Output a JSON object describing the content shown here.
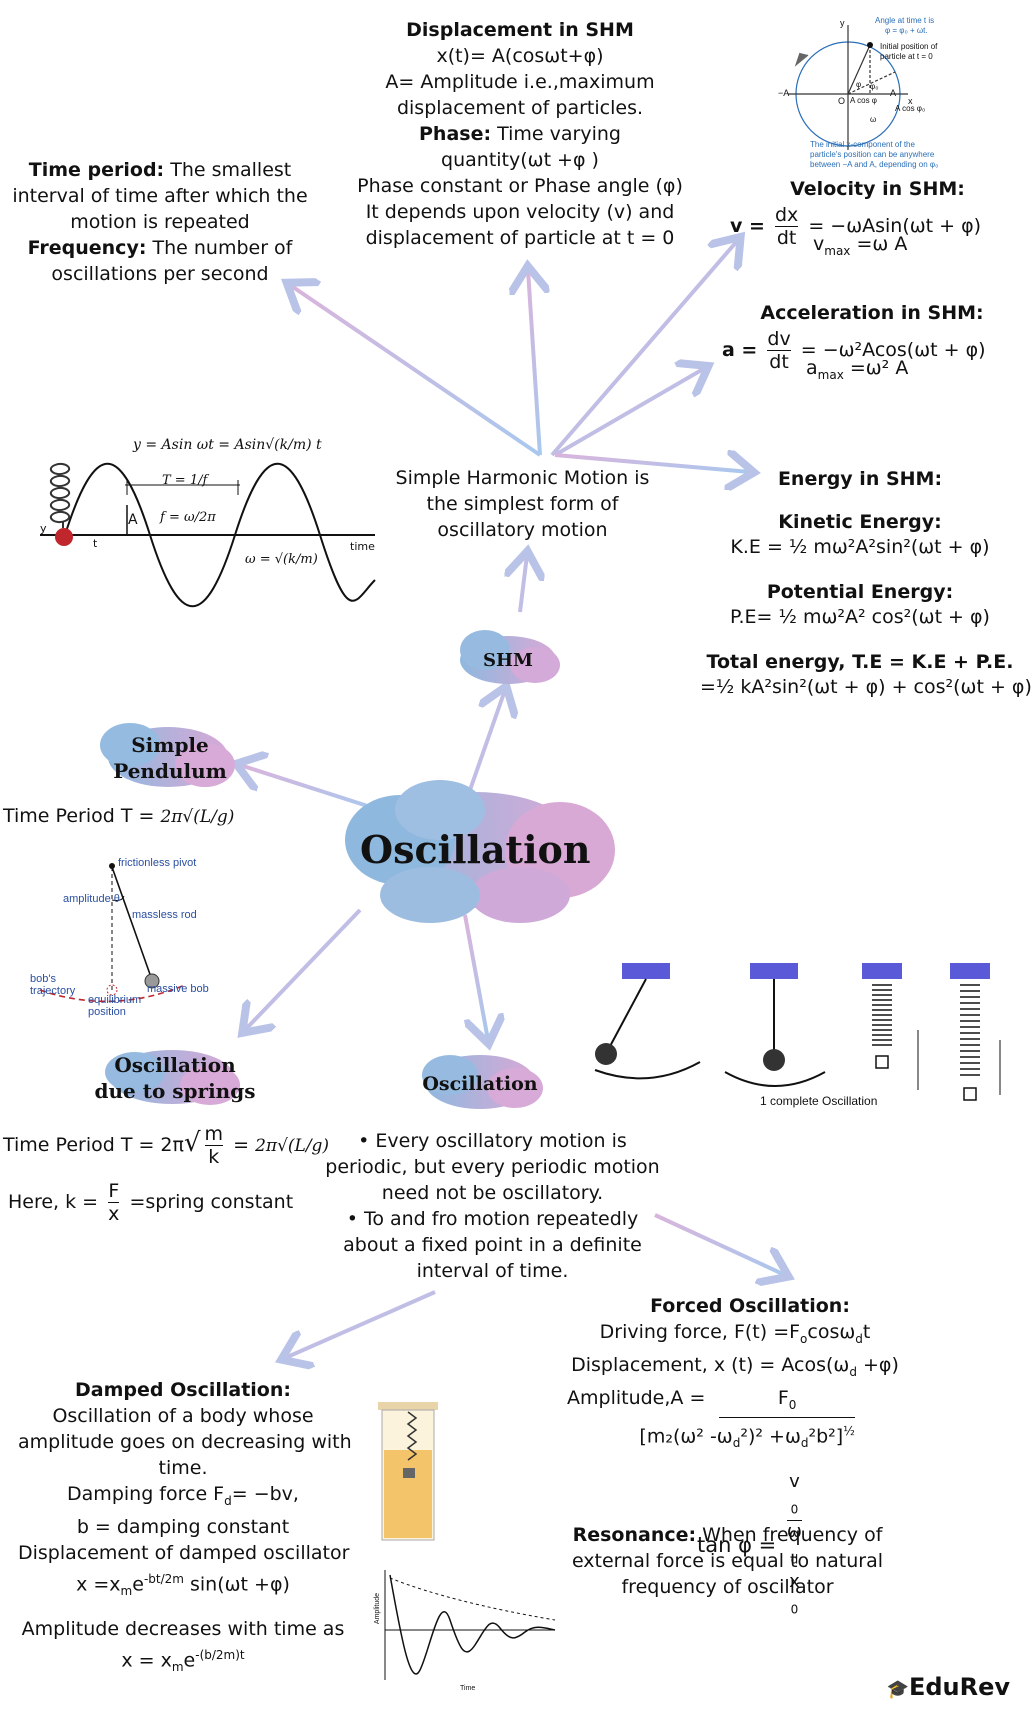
{
  "center": "Oscillation",
  "nodes": {
    "shm": "SHM",
    "simple_pendulum": [
      "Simple",
      "Pendulum"
    ],
    "springs": [
      "Oscillation",
      "due to springs"
    ],
    "oscillation": "Oscillation"
  },
  "shm_def": [
    "Simple Harmonic Motion is",
    "the simplest form of",
    "oscillatory motion"
  ],
  "time_period": {
    "l1_b": "Time period:",
    "l1": " The smallest",
    "l2": "interval of time after which the",
    "l3": "motion is repeated",
    "l4_b": "Frequency:",
    "l4": " The number of",
    "l5": "oscillations per second"
  },
  "displacement": {
    "title": "Displacement in SHM",
    "l1": "x(t)= A(cosωt+φ)",
    "l2": "A= Amplitude i.e.,maximum",
    "l3": "displacement of particles.",
    "l4_b": "Phase:",
    "l4": " Time varying",
    "l5": "quantity(ωt +φ )",
    "l6": "Phase constant or Phase angle (φ)",
    "l7": "It depends upon velocity (v) and",
    "l8": "displacement of particle at t = 0"
  },
  "velocity": {
    "title": "Velocity in SHM:",
    "v": "v =",
    "num": "dx",
    "den": "dt",
    "rhs": "= −ωAsin(ωt + φ)",
    "vmax": "v",
    "vmax_sub": "max",
    "vmax_rhs": " =ω A"
  },
  "acceleration": {
    "title": "Acceleration in SHM:",
    "a": "a =",
    "num": "dv",
    "den": "dt",
    "rhs": "= −ω²Acos(ωt + φ)",
    "amax": "a",
    "amax_sub": "max",
    "amax_rhs": " =ω² A"
  },
  "energy": {
    "title": "Energy in SHM:",
    "ke_title": "Kinetic Energy:",
    "ke": "K.E = ½ mω²A²sin²(ωt + φ)",
    "pe_title": "Potential  Energy:",
    "pe": "P.E= ½ mω²A² cos²(ωt + φ)",
    "te_title": "Total energy, T.E = K.E + P.E.",
    "te": "=½ kA²sin²(ωt + φ) + cos²(ωt + φ)"
  },
  "shm_graph": {
    "eq": "y = Asin ωt = Asin√(k/m) t",
    "T": "T = 1/f",
    "f": "f = ω/2π",
    "omega": "ω = √(k/m)",
    "A": "A",
    "t": "t",
    "time": "time",
    "y": "y"
  },
  "circle_fig": {
    "t1": "Angle at time t is",
    "t2": "φ = φ₀ + ωt.",
    "t3": "Initial position of",
    "t4": "particle at t = 0",
    "t5": "The initial x-component of the",
    "t6": "particle's position can be anywhere",
    "t7": "between −A and A, depending on φ₀",
    "A": "A",
    "negA": "−A",
    "x": "x",
    "y": "y",
    "o": "O",
    "acos": "A cos φ",
    "acos0": "A cos φ₀",
    "phi": "φ",
    "phi0": "φ₀",
    "omega": "ω"
  },
  "pendulum": {
    "formula_lhs": "Time Period T =",
    "formula": "2π√(L/g)",
    "pivot": "frictionless pivot",
    "amplitude": "amplitude",
    "theta": "θ",
    "rod": "massless rod",
    "traj1": "bob's",
    "traj2": "trajectory",
    "eq1": "equilibrium",
    "eq2": "position",
    "bob": "massive bob"
  },
  "spring": {
    "formula_lhs": "Time Period T = 2π",
    "m": "m",
    "k": "k",
    "eq": "=",
    "formula2": "2π√(L/g)",
    "k_lhs": "Here, k =",
    "F": "F",
    "x": "x",
    "k_rhs": " =spring constant"
  },
  "osc_fig": {
    "label": "1 complete Oscillation"
  },
  "osc_def": [
    "• Every oscillatory motion is",
    "periodic, but every periodic motion",
    "need not be oscillatory.",
    "• To and fro motion repeatedly",
    "about a fixed point in a definite",
    "interval of time."
  ],
  "damped": {
    "title": "Damped Oscillation:",
    "l1": "Oscillation of a body whose",
    "l2": "amplitude goes on decreasing with",
    "l3": "time.",
    "l4": "Damping force F",
    "l4_sub": "d",
    "l4_rhs": "= −bv,",
    "l5": "b = damping constant",
    "l6": "Displacement of damped oscillator",
    "l7": "x =x",
    "l7_sub": "m",
    "l7_sup": "e",
    "l7_exp": "-bt/2m",
    "l7_rhs": " sin(ωt +φ)",
    "l8": "Amplitude decreases with time as",
    "l9": "x = x",
    "l9_sub": "m",
    "l9_e": "e",
    "l9_exp": "-(b/2m)t",
    "graph_y": "Amplitude",
    "graph_x": "Time"
  },
  "forced": {
    "title": "Forced Oscillation:",
    "l1": "Driving force, F(t) =F",
    "l1_sub": "o",
    "l1_rhs": "cosω",
    "l1_sub2": "d",
    "l1_end": "t",
    "l2": "Displacement, x (t) = Acos(ω",
    "l2_sub": "d",
    "l2_rhs": " +φ)",
    "l3": "Amplitude,A =",
    "num": "F",
    "num_sub": "0",
    "den": "[m₂(ω² -ω",
    "den_sub": "d",
    "den_rhs": "²)² +ω",
    "den_sub2": "d",
    "den_end": "²b²]",
    "den_sup": "½",
    "tan": "tan φ =",
    "tnum": "v",
    "tnum_sub": "0",
    "tden": "ω",
    "tden_sub": "d",
    "tden_x": "x",
    "tden_sub2": "0",
    "res_b": "Resonance:",
    "res1": " When frequency of",
    "res2": "external force is equal to natural",
    "res3": "frequency of oscillator"
  },
  "brand": "EduRev",
  "colors": {
    "cloud_blue": "#8fb8de",
    "cloud_pink": "#d9a9d6",
    "arrow": "#b8c4e6",
    "accent": "#4a7fc9"
  }
}
